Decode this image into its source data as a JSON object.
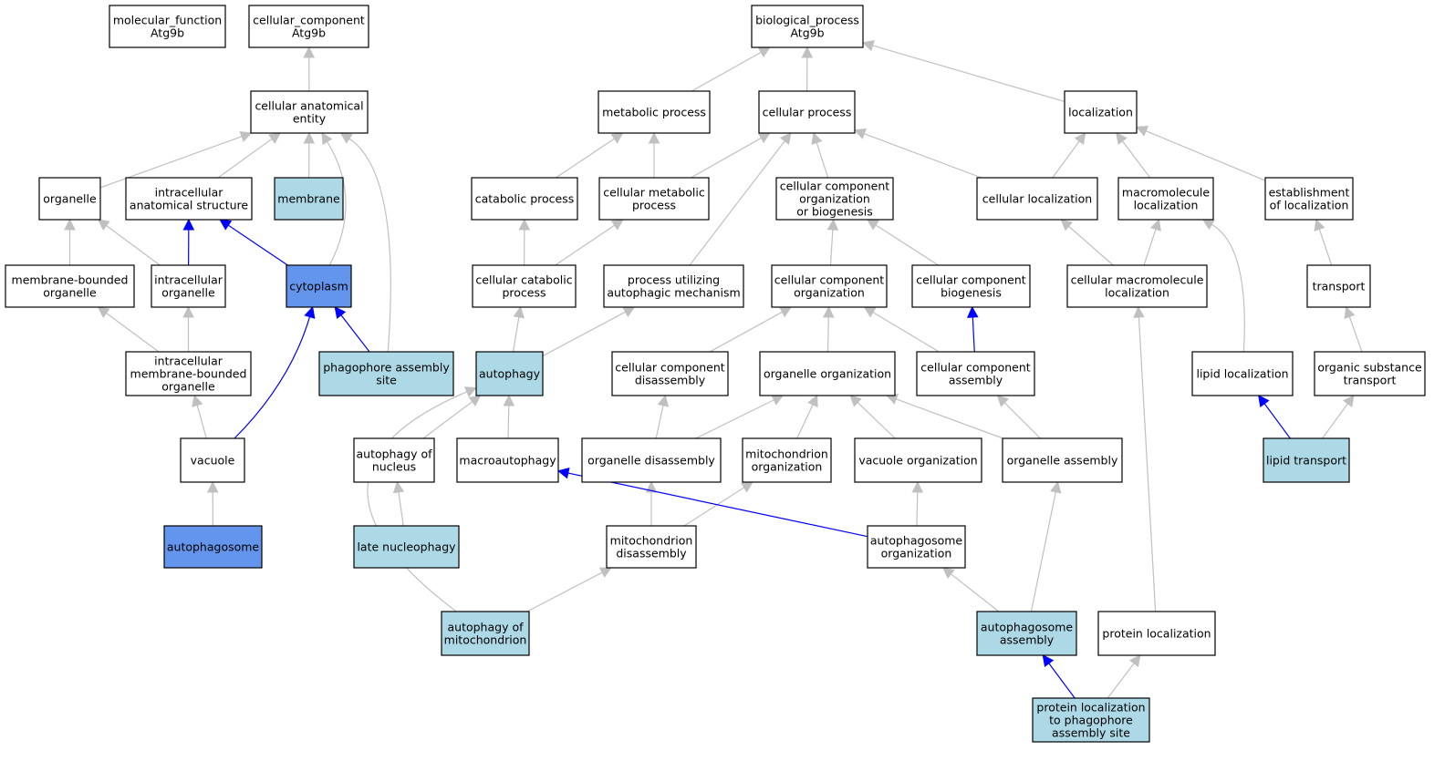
{
  "colors": {
    "plain": "#ffffff",
    "light": "#add8e6",
    "dark": "#6495ed",
    "edge_gray": "#c0c0c0",
    "edge_blue": "#0000ff"
  },
  "nodes": [
    {
      "id": "mf",
      "lines": [
        "molecular_function",
        "Atg9b"
      ],
      "fill": "plain"
    },
    {
      "id": "cc",
      "lines": [
        "cellular_component",
        "Atg9b"
      ],
      "fill": "plain"
    },
    {
      "id": "bp",
      "lines": [
        "biological_process",
        "Atg9b"
      ],
      "fill": "plain"
    },
    {
      "id": "cae",
      "lines": [
        "cellular anatomical",
        "entity"
      ],
      "fill": "plain"
    },
    {
      "id": "metab",
      "lines": [
        "metabolic process"
      ],
      "fill": "plain"
    },
    {
      "id": "cellproc",
      "lines": [
        "cellular process"
      ],
      "fill": "plain"
    },
    {
      "id": "loc",
      "lines": [
        "localization"
      ],
      "fill": "plain"
    },
    {
      "id": "organelle",
      "lines": [
        "organelle"
      ],
      "fill": "plain"
    },
    {
      "id": "ias",
      "lines": [
        "intracellular",
        "anatomical structure"
      ],
      "fill": "plain"
    },
    {
      "id": "membrane",
      "lines": [
        "membrane"
      ],
      "fill": "light"
    },
    {
      "id": "catab",
      "lines": [
        "catabolic process"
      ],
      "fill": "plain"
    },
    {
      "id": "cellmetab",
      "lines": [
        "cellular metabolic",
        "process"
      ],
      "fill": "plain"
    },
    {
      "id": "ccob",
      "lines": [
        "cellular component",
        "organization",
        "or biogenesis"
      ],
      "fill": "plain"
    },
    {
      "id": "cellloc",
      "lines": [
        "cellular localization"
      ],
      "fill": "plain"
    },
    {
      "id": "macroloc",
      "lines": [
        "macromolecule",
        "localization"
      ],
      "fill": "plain"
    },
    {
      "id": "estloc",
      "lines": [
        "establishment",
        "of localization"
      ],
      "fill": "plain"
    },
    {
      "id": "mbo",
      "lines": [
        "membrane-bounded",
        "organelle"
      ],
      "fill": "plain"
    },
    {
      "id": "intorg",
      "lines": [
        "intracellular",
        "organelle"
      ],
      "fill": "plain"
    },
    {
      "id": "cytoplasm",
      "lines": [
        "cytoplasm"
      ],
      "fill": "dark"
    },
    {
      "id": "cellcatab",
      "lines": [
        "cellular catabolic",
        "process"
      ],
      "fill": "plain"
    },
    {
      "id": "pum",
      "lines": [
        "process utilizing",
        "autophagic mechanism"
      ],
      "fill": "plain"
    },
    {
      "id": "cco",
      "lines": [
        "cellular component",
        "organization"
      ],
      "fill": "plain"
    },
    {
      "id": "ccb",
      "lines": [
        "cellular component",
        "biogenesis"
      ],
      "fill": "plain"
    },
    {
      "id": "cmloc",
      "lines": [
        "cellular macromolecule",
        "localization"
      ],
      "fill": "plain"
    },
    {
      "id": "transport",
      "lines": [
        "transport"
      ],
      "fill": "plain"
    },
    {
      "id": "imbo",
      "lines": [
        "intracellular",
        "membrane-bounded",
        "organelle"
      ],
      "fill": "plain"
    },
    {
      "id": "pas",
      "lines": [
        "phagophore assembly",
        "site"
      ],
      "fill": "light"
    },
    {
      "id": "autophagy",
      "lines": [
        "autophagy"
      ],
      "fill": "light"
    },
    {
      "id": "ccd",
      "lines": [
        "cellular component",
        "disassembly"
      ],
      "fill": "plain"
    },
    {
      "id": "orgorg",
      "lines": [
        "organelle organization"
      ],
      "fill": "plain"
    },
    {
      "id": "cca",
      "lines": [
        "cellular component",
        "assembly"
      ],
      "fill": "plain"
    },
    {
      "id": "lipidloc",
      "lines": [
        "lipid localization"
      ],
      "fill": "plain"
    },
    {
      "id": "ost",
      "lines": [
        "organic substance",
        "transport"
      ],
      "fill": "plain"
    },
    {
      "id": "vacuole",
      "lines": [
        "vacuole"
      ],
      "fill": "plain"
    },
    {
      "id": "aon",
      "lines": [
        "autophagy of",
        "nucleus"
      ],
      "fill": "plain"
    },
    {
      "id": "macroaut",
      "lines": [
        "macroautophagy"
      ],
      "fill": "plain"
    },
    {
      "id": "orgdis",
      "lines": [
        "organelle disassembly"
      ],
      "fill": "plain"
    },
    {
      "id": "mitoorg",
      "lines": [
        "mitochondrion",
        "organization"
      ],
      "fill": "plain"
    },
    {
      "id": "vacorg",
      "lines": [
        "vacuole organization"
      ],
      "fill": "plain"
    },
    {
      "id": "orgass",
      "lines": [
        "organelle assembly"
      ],
      "fill": "plain"
    },
    {
      "id": "lipidtr",
      "lines": [
        "lipid transport"
      ],
      "fill": "light"
    },
    {
      "id": "autophagosome",
      "lines": [
        "autophagosome"
      ],
      "fill": "dark"
    },
    {
      "id": "latenuc",
      "lines": [
        "late nucleophagy"
      ],
      "fill": "light"
    },
    {
      "id": "mitodis",
      "lines": [
        "mitochondrion",
        "disassembly"
      ],
      "fill": "plain"
    },
    {
      "id": "apo",
      "lines": [
        "autophagosome",
        "organization"
      ],
      "fill": "plain"
    },
    {
      "id": "aom",
      "lines": [
        "autophagy of",
        "mitochondrion"
      ],
      "fill": "light"
    },
    {
      "id": "apa",
      "lines": [
        "autophagosome",
        "assembly"
      ],
      "fill": "light"
    },
    {
      "id": "protloc",
      "lines": [
        "protein localization"
      ],
      "fill": "plain"
    },
    {
      "id": "plpas",
      "lines": [
        "protein localization",
        "to phagophore",
        "assembly site"
      ],
      "fill": "light"
    }
  ],
  "edges": [
    {
      "from": "cae",
      "to": "cc",
      "color": "gray"
    },
    {
      "from": "metab",
      "to": "bp",
      "color": "gray"
    },
    {
      "from": "cellproc",
      "to": "bp",
      "color": "gray"
    },
    {
      "from": "loc",
      "to": "bp",
      "color": "gray"
    },
    {
      "from": "organelle",
      "to": "cae",
      "color": "gray"
    },
    {
      "from": "ias",
      "to": "cae",
      "color": "gray"
    },
    {
      "from": "membrane",
      "to": "cae",
      "color": "gray"
    },
    {
      "from": "cytoplasm",
      "to": "cae",
      "color": "gray",
      "curve": true
    },
    {
      "from": "pas",
      "to": "cae",
      "color": "gray",
      "curve": true
    },
    {
      "from": "catab",
      "to": "metab",
      "color": "gray"
    },
    {
      "from": "cellmetab",
      "to": "metab",
      "color": "gray"
    },
    {
      "from": "cellmetab",
      "to": "cellproc",
      "color": "gray"
    },
    {
      "from": "pum",
      "to": "cellproc",
      "color": "gray"
    },
    {
      "from": "ccob",
      "to": "cellproc",
      "color": "gray"
    },
    {
      "from": "cellloc",
      "to": "cellproc",
      "color": "gray"
    },
    {
      "from": "cellloc",
      "to": "loc",
      "color": "gray"
    },
    {
      "from": "macroloc",
      "to": "loc",
      "color": "gray"
    },
    {
      "from": "estloc",
      "to": "loc",
      "color": "gray"
    },
    {
      "from": "mbo",
      "to": "organelle",
      "color": "gray"
    },
    {
      "from": "intorg",
      "to": "organelle",
      "color": "gray"
    },
    {
      "from": "intorg",
      "to": "ias",
      "color": "blue"
    },
    {
      "from": "cytoplasm",
      "to": "ias",
      "color": "blue"
    },
    {
      "from": "cellcatab",
      "to": "catab",
      "color": "gray"
    },
    {
      "from": "cellcatab",
      "to": "cellmetab",
      "color": "gray"
    },
    {
      "from": "cco",
      "to": "ccob",
      "color": "gray"
    },
    {
      "from": "ccb",
      "to": "ccob",
      "color": "gray"
    },
    {
      "from": "cmloc",
      "to": "cellloc",
      "color": "gray"
    },
    {
      "from": "cmloc",
      "to": "macroloc",
      "color": "gray"
    },
    {
      "from": "lipidloc",
      "to": "macroloc",
      "color": "gray",
      "curve": true
    },
    {
      "from": "transport",
      "to": "estloc",
      "color": "gray"
    },
    {
      "from": "imbo",
      "to": "mbo",
      "color": "gray"
    },
    {
      "from": "imbo",
      "to": "intorg",
      "color": "gray"
    },
    {
      "from": "pas",
      "to": "cytoplasm",
      "color": "blue"
    },
    {
      "from": "vacuole",
      "to": "cytoplasm",
      "color": "blue",
      "curve": true
    },
    {
      "from": "autophagy",
      "to": "cellcatab",
      "color": "gray"
    },
    {
      "from": "autophagy",
      "to": "pum",
      "color": "gray"
    },
    {
      "from": "ccd",
      "to": "cco",
      "color": "gray"
    },
    {
      "from": "orgorg",
      "to": "cco",
      "color": "gray"
    },
    {
      "from": "cca",
      "to": "cco",
      "color": "gray"
    },
    {
      "from": "cca",
      "to": "ccb",
      "color": "blue"
    },
    {
      "from": "protloc",
      "to": "cmloc",
      "color": "gray"
    },
    {
      "from": "ost",
      "to": "transport",
      "color": "gray"
    },
    {
      "from": "vacuole",
      "to": "imbo",
      "color": "gray"
    },
    {
      "from": "aon",
      "to": "autophagy",
      "color": "gray"
    },
    {
      "from": "macroaut",
      "to": "autophagy",
      "color": "gray"
    },
    {
      "from": "aom",
      "to": "autophagy",
      "color": "gray",
      "curve": true
    },
    {
      "from": "orgdis",
      "to": "ccd",
      "color": "gray"
    },
    {
      "from": "orgdis",
      "to": "orgorg",
      "color": "gray"
    },
    {
      "from": "mitoorg",
      "to": "orgorg",
      "color": "gray"
    },
    {
      "from": "vacorg",
      "to": "orgorg",
      "color": "gray"
    },
    {
      "from": "orgass",
      "to": "orgorg",
      "color": "gray"
    },
    {
      "from": "orgass",
      "to": "cca",
      "color": "gray"
    },
    {
      "from": "lipidtr",
      "to": "lipidloc",
      "color": "blue"
    },
    {
      "from": "lipidtr",
      "to": "ost",
      "color": "gray"
    },
    {
      "from": "autophagosome",
      "to": "vacuole",
      "color": "gray"
    },
    {
      "from": "latenuc",
      "to": "aon",
      "color": "gray"
    },
    {
      "from": "mitodis",
      "to": "orgdis",
      "color": "gray"
    },
    {
      "from": "mitodis",
      "to": "mitoorg",
      "color": "gray"
    },
    {
      "from": "apo",
      "to": "vacorg",
      "color": "gray"
    },
    {
      "from": "apo",
      "to": "macroaut",
      "color": "blue"
    },
    {
      "from": "aom",
      "to": "mitodis",
      "color": "gray"
    },
    {
      "from": "apa",
      "to": "apo",
      "color": "gray"
    },
    {
      "from": "apa",
      "to": "orgass",
      "color": "gray"
    },
    {
      "from": "plpas",
      "to": "apa",
      "color": "blue"
    },
    {
      "from": "plpas",
      "to": "protloc",
      "color": "gray"
    }
  ]
}
